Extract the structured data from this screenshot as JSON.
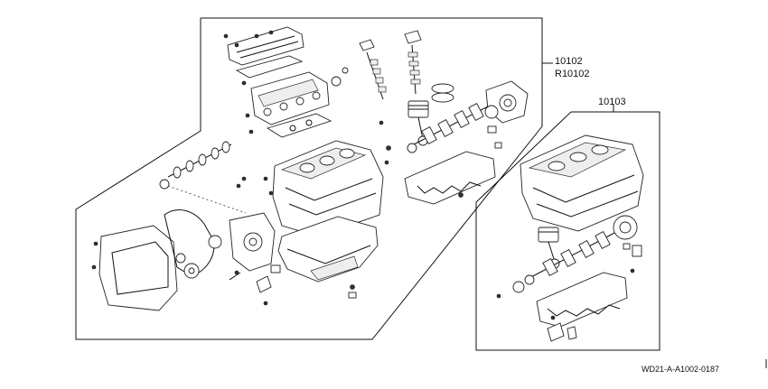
{
  "callouts": {
    "engine_assembly_primary": "10102",
    "engine_assembly_alt": "R10102",
    "short_block": "10103"
  },
  "diagram_id": "WD21-A-A1002-0187"
}
